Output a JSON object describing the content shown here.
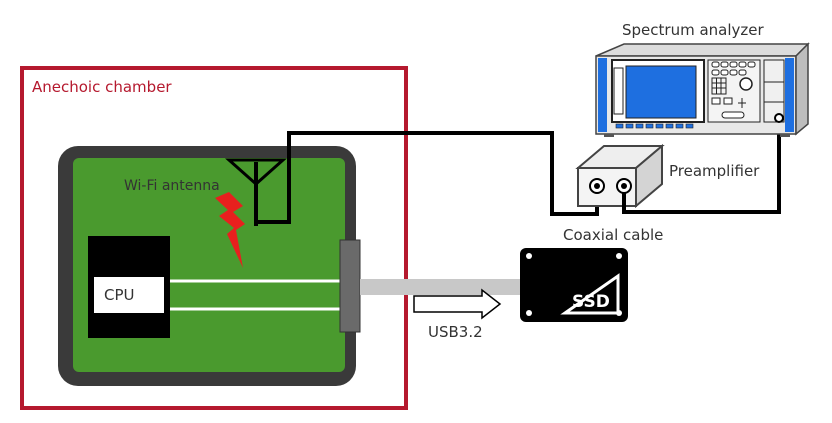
{
  "labels": {
    "chamber": "Anechoic chamber",
    "antenna": "Wi-Fi antenna",
    "cpu": "CPU",
    "analyzer": "Spectrum analyzer",
    "preamp": "Preamplifier",
    "coax": "Coaxial cable",
    "usb": "USB3.2",
    "ssd": "SSD"
  },
  "colors": {
    "chamber_border": "#b5192e",
    "chamber_text": "#b5192e",
    "device_frame": "#3a3a3a",
    "pcb": "#4a9a2e",
    "interference": "#e8201e",
    "analyzer_blue": "#1e6fe0",
    "usb_cable": "#c8c8c8"
  },
  "icons": [
    "antenna-icon",
    "interference-lightning-icon",
    "ssd-icon",
    "usb-arrow-icon",
    "spectrum-analyzer-icon",
    "preamplifier-icon"
  ]
}
